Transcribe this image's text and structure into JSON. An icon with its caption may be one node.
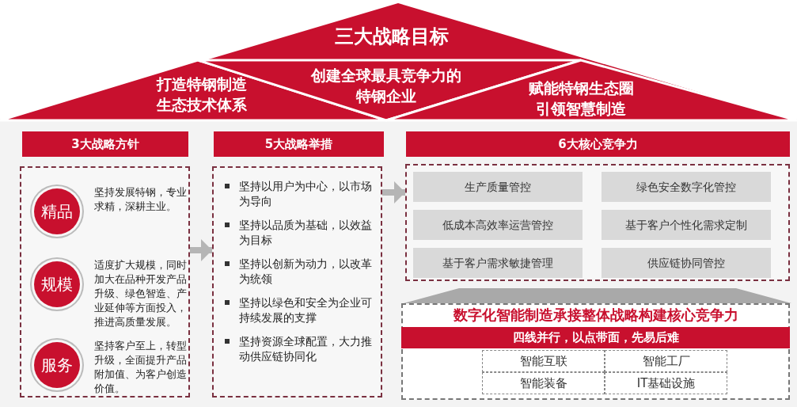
{
  "diagram": {
    "nodes": [
      {
        "text": [
          "三大战略目标"
        ]
      },
      {
        "text": [
          "打造特钢制造生态技术体系"
        ],
        "in": 0
      },
      {
        "text": [
          "创建全球最具竞争力的特钢企业"
        ],
        "in": 0
      },
      {
        "text": [
          "赋能特钢生态圈引领智慧制造"
        ],
        "in": 0
      },
      {
        "text": [
          "3大战略方针"
        ]
      },
      {
        "text": [],
        "shape": "box"
      },
      {
        "text": [
          "精品"
        ],
        "beside": [
          "坚持发展特钢，专业求精，深耕主业。"
        ],
        "in": 5
      },
      {
        "text": [
          "规模"
        ],
        "beside": [
          "适度扩大规模，同时加大在品种开发产品升级、绿色智造、产业延伸等方面投入，推进高质量发展。"
        ],
        "in": 5
      },
      {
        "text": [
          "服务"
        ],
        "beside": [
          "坚持客户至上，转型升级，全面提升产品附加值、为客户创造价值。"
        ],
        "in": 5
      },
      {
        "text": [
          "5大战略举措"
        ]
      },
      {
        "text": [
          "坚持以用户为中心，以市场为导向",
          "坚持以品质为基础，以效益为目标",
          "坚持以创新为动力，以改革为统领",
          "坚持以绿色和安全为企业可持续发展的支撑",
          "坚持资源全球配置，大力推动供应链协同化"
        ]
      },
      {
        "text": [
          "6大核心竞争力"
        ]
      },
      {
        "text": [],
        "shape": "box"
      },
      {
        "text": [
          "生产质量管控"
        ],
        "in": 12
      },
      {
        "text": [
          "绿色安全数字化管控"
        ],
        "in": 12
      },
      {
        "text": [
          "低成本高效率运营管控"
        ],
        "in": 12
      },
      {
        "text": [
          "基于客户个性化需求定制"
        ],
        "in": 12
      },
      {
        "text": [
          "基于客户需求敏捷管理"
        ],
        "in": 12
      },
      {
        "text": [
          "供应链协同管控"
        ],
        "in": 12
      },
      {
        "text": [
          "数字化智能制造承接整体战略构建核心竞争力"
        ]
      },
      {
        "text": [
          "四线并行，以点带面，先易后难"
        ],
        "in": 19
      },
      {
        "text": [
          "智能互联"
        ],
        "in": 19
      },
      {
        "text": [
          "智能工厂"
        ],
        "in": 19
      },
      {
        "text": [
          "智能装备"
        ],
        "in": 19
      },
      {
        "text": [
          "IT基础设施"
        ],
        "in": 19
      },
      {
        "text": [],
        "shape": "trapezoid"
      }
    ],
    "edges": [
      {
        "from": 5,
        "to": 10,
        "arrow": "to"
      },
      {
        "from": 10,
        "to": 12,
        "arrow": "to"
      }
    ]
  }
}
